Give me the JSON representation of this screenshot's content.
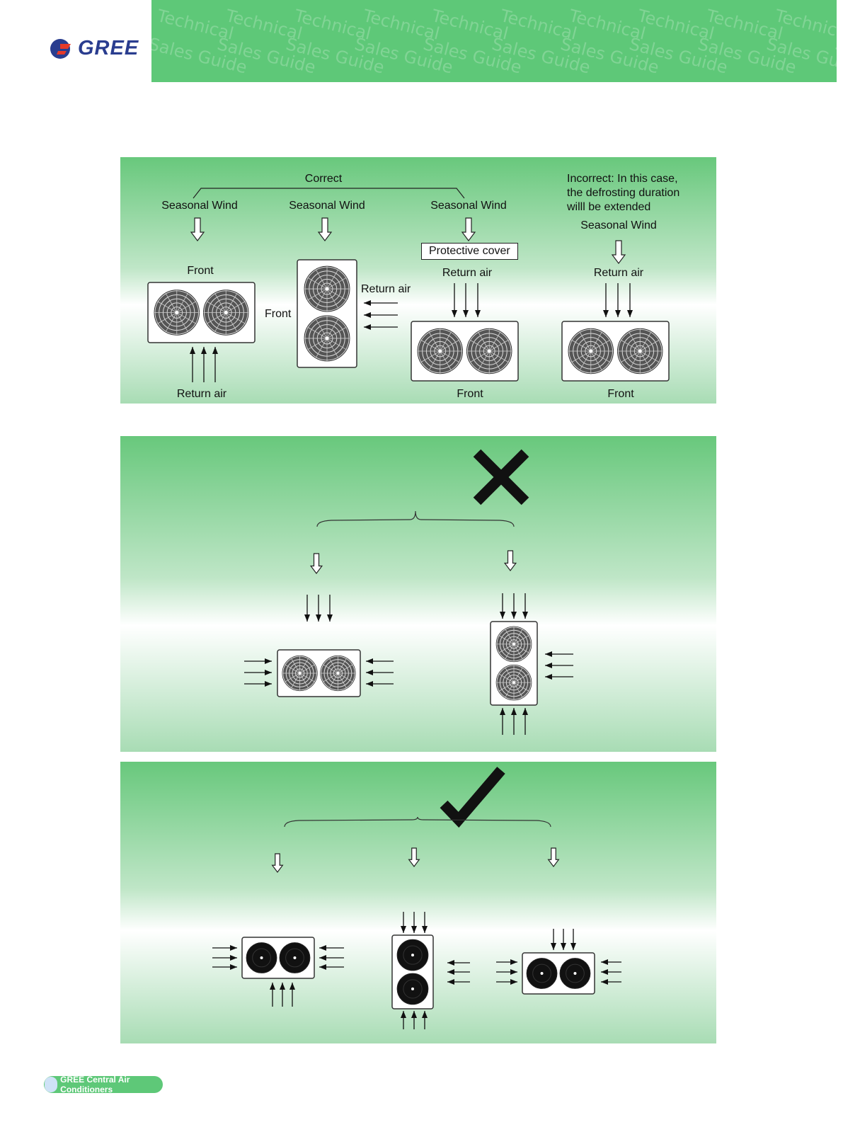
{
  "header": {
    "brand": "GREE",
    "watermark_line1": "Technical",
    "watermark_line2": "Sales Guide"
  },
  "panel1": {
    "correct_label": "Correct",
    "incorrect_text_1": "Incorrect: In this case,",
    "incorrect_text_2": "the defrosting duration",
    "incorrect_text_3": "willl be extended",
    "seasonal_wind": "Seasonal Wind",
    "front": "Front",
    "return_air": "Return air",
    "protective_cover": "Protective cover"
  },
  "footer": {
    "text": "GREE Central Air Conditioners"
  }
}
